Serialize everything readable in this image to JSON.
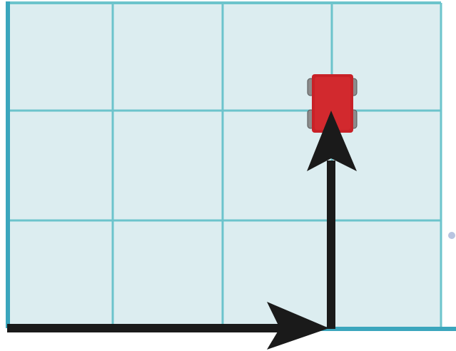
{
  "grid": {
    "columns": 4,
    "rows": 3,
    "fill_color": "#dcedf0",
    "line_color": "#6cc4cc",
    "border_color": "#3ba6bd"
  },
  "robot": {
    "icon": "robot-car-icon",
    "body_color": "#c82127",
    "wheel_color": "#8c8c8c"
  },
  "path": {
    "segments": [
      "right",
      "up"
    ],
    "arrow_color": "#1a1a1a"
  },
  "marker": {
    "icon": "dot-icon",
    "color": "#b8c4e0"
  }
}
